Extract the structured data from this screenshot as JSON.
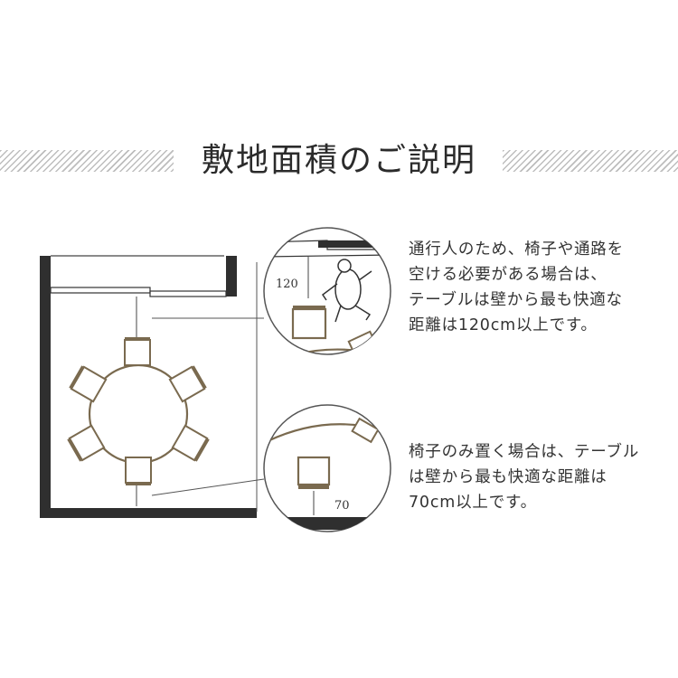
{
  "title": "敷地面積のご説明",
  "notes": {
    "passage": "通行人のため、椅子や通路を\n空ける必要がある場合は、\nテーブルは壁から最も快適な\n距離は120cm以上です。",
    "chair_only": "椅子のみ置く場合は、テーブル\nは壁から最も快適な距離は\n70cm以上です。"
  },
  "dimensions": {
    "passage": "120",
    "chair_only": "70"
  },
  "colors": {
    "wall": "#2f2f2f",
    "chair_frame": "#7a6a4f",
    "line": "#555555",
    "hatch": "#bdbdbd"
  }
}
